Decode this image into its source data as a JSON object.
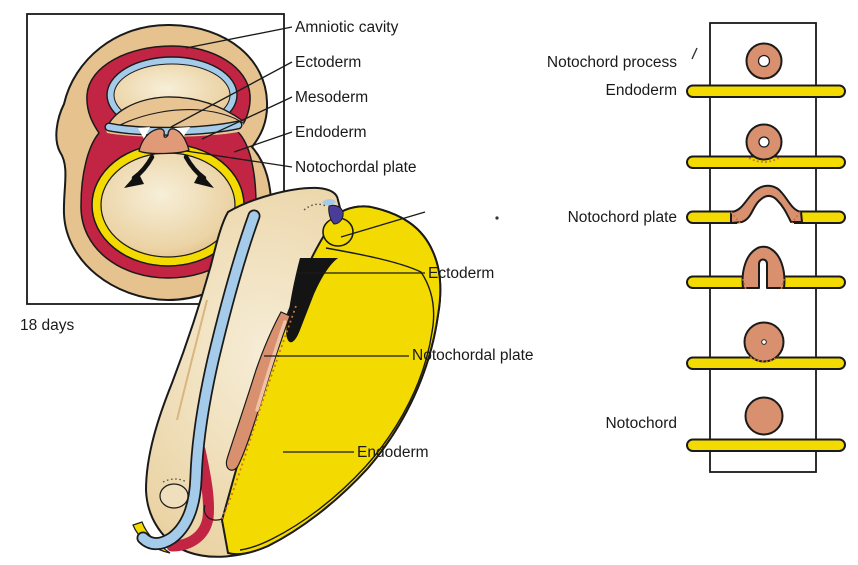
{
  "colors": {
    "crimson": "#C22443",
    "blue": "#A5CBEA",
    "yellow": "#F3DA00",
    "salmon": "#D8906F",
    "tan": "#E5C28E",
    "indigo": "#4A3C99",
    "outline": "#1A1A1A",
    "junction_dots": "#C87137"
  },
  "cross_section": {
    "caption": "18 days",
    "labels": [
      {
        "text": "Amniotic cavity"
      },
      {
        "text": "Ectoderm"
      },
      {
        "text": "Mesoderm"
      },
      {
        "text": "Endoderm"
      },
      {
        "text": "Notochordal plate"
      }
    ]
  },
  "embryonic_disc": {
    "labels": [
      {
        "text": "Ectoderm"
      },
      {
        "text": "Notochordal plate"
      },
      {
        "text": "Endoderm"
      }
    ]
  },
  "notochord_stages": {
    "labels": [
      {
        "text": "Notochord process"
      },
      {
        "text": "Endoderm"
      },
      {
        "text": "Notochord plate"
      },
      {
        "text": "Notochord"
      }
    ]
  }
}
